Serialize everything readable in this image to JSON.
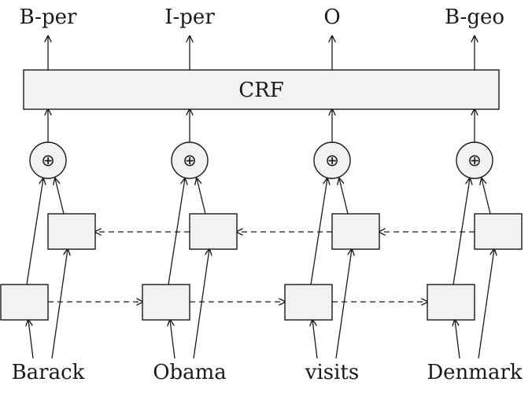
{
  "diagram": {
    "crf_label": "CRF",
    "combine_symbol": "⊕",
    "tags": [
      "B-per",
      "I-per",
      "O",
      "B-geo"
    ],
    "words": [
      "Barack",
      "Obama",
      "visits",
      "Denmark"
    ]
  },
  "colors": {
    "stroke": "#1a1a1a",
    "box_fill": "#f2f2f2"
  }
}
